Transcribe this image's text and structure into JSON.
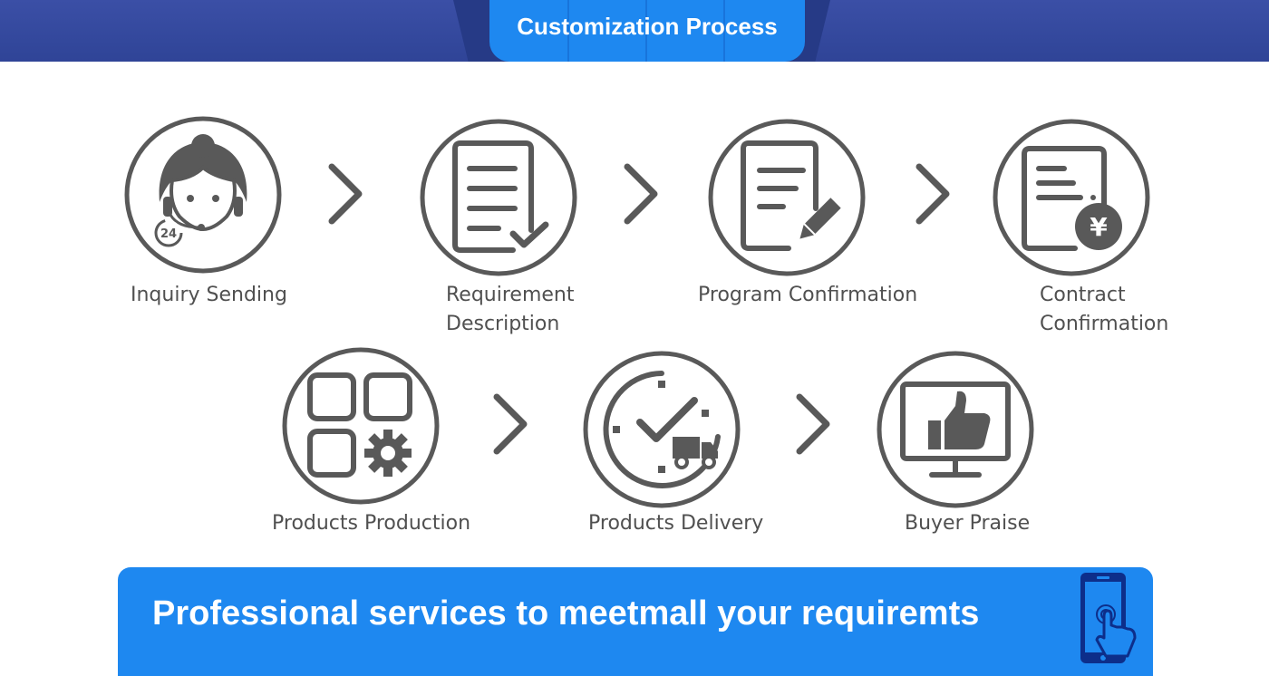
{
  "header": {
    "title": "Customization Process"
  },
  "steps": [
    {
      "label_lines": [
        "Inquiry Sending"
      ],
      "icon": "customer-service-icon",
      "badge": "24"
    },
    {
      "label_lines": [
        "Requirement",
        "Description"
      ],
      "icon": "document-check-icon"
    },
    {
      "label_lines": [
        "Program Confirmation"
      ],
      "icon": "document-edit-icon"
    },
    {
      "label_lines": [
        "Contract",
        "Confirmation"
      ],
      "icon": "document-yen-icon",
      "badge": "¥"
    },
    {
      "label_lines": [
        "Products Production"
      ],
      "icon": "apps-gear-icon"
    },
    {
      "label_lines": [
        "Products Delivery"
      ],
      "icon": "clock-truck-icon"
    },
    {
      "label_lines": [
        "Buyer Praise"
      ],
      "icon": "monitor-thumbs-up-icon"
    }
  ],
  "banner": {
    "text": "Professional services to meetmall your requiremts",
    "icon": "phone-touch-icon"
  },
  "colors": {
    "header": "#2f4497",
    "accent": "#1e88f0",
    "icon": "#595959"
  }
}
